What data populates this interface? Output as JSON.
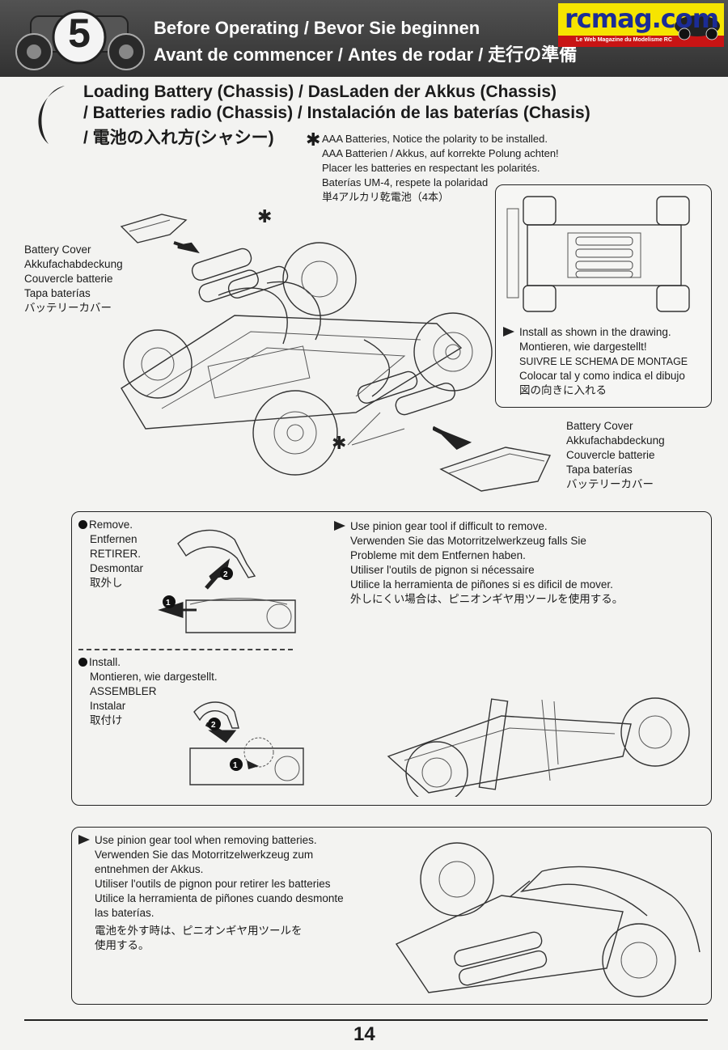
{
  "header": {
    "step_number": "5",
    "title_line1_a": "Before Operating",
    "title_line1_b": "Bevor Sie beginnen",
    "title_line2_a": "Avant de commencer",
    "title_line2_b": "Antes de rodar",
    "title_line2_c": "走行の準備",
    "separator": "/"
  },
  "logo": {
    "text": "rcmag.com",
    "tagline": "Le Web Magazine du Modelisme RC"
  },
  "section": {
    "title_line1": "Loading Battery (Chassis) / DasLaden der Akkus (Chassis)",
    "title_line2": "/ Batteries radio (Chassis) / Instalación de las baterías (Chasis)",
    "title_line3": "/ 電池の入れ方(シャシー)"
  },
  "battery_note": {
    "mark": "✱",
    "lines": [
      "AAA Batteries, Notice the polarity to be installed.",
      "AAA Batterien / Akkus, auf korrekte Polung achten!",
      "Placer les batteries en respectant les polarités.",
      "Baterías UM-4, respete la polaridad",
      "単4アルカリ乾電池（4本）"
    ]
  },
  "battery_cover_left": [
    "Battery Cover",
    "Akkufachabdeckung",
    "Couvercle batterie",
    "Tapa baterías",
    "バッテリーカバー"
  ],
  "battery_cover_right": [
    "Battery Cover",
    "Akkufachabdeckung",
    "Couvercle batterie",
    "Tapa baterías",
    "バッテリーカバー"
  ],
  "asterisk": "✱",
  "install_note": [
    "Install as shown in the drawing.",
    "Montieren, wie dargestellt!",
    "SUIVRE LE SCHEMA DE MONTAGE",
    "Colocar tal y como indica el dibujo",
    "図の向きに入れる"
  ],
  "remove_box": {
    "remove": [
      "Remove.",
      "Entfernen",
      "RETIRER.",
      "Desmontar",
      "取外し"
    ],
    "tool_note": [
      "Use pinion gear tool if difficult to remove.",
      "Verwenden Sie das Motorritzelwerkzeug falls Sie",
      "Probleme mit dem Entfernen haben.",
      "Utiliser l'outils de pignon si nécessaire",
      "Utilice la herramienta de piñones si es dificil de mover.",
      "外しにくい場合は、ピニオンギヤ用ツールを使用する。"
    ],
    "install": [
      "Install.",
      "Montieren, wie dargestellt.",
      "ASSEMBLER",
      "Instalar",
      "取付け"
    ],
    "step1": "1",
    "step2": "2"
  },
  "bottom_box": [
    "Use pinion gear tool when removing batteries.",
    "Verwenden Sie das Motorritzelwerkzeug zum",
    "entnehmen der Akkus.",
    "Utiliser l'outils de pignon pour retirer les batteries",
    "Utilice la herramienta de piñones cuando desmonte",
    "las baterías.",
    "電池を外す時は、ピニオンギヤ用ツールを",
    "使用する。"
  ],
  "page_number": "14"
}
